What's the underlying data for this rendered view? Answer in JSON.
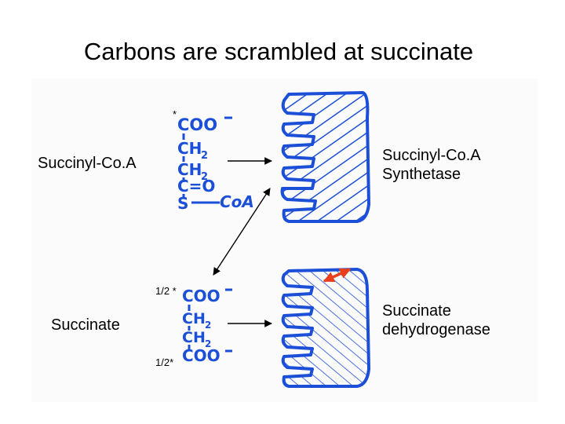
{
  "title": "Carbons are scrambled at succinate",
  "top_row": {
    "molecule_label": "Succinyl-Co.A",
    "enzyme_label_line1": "Succinyl-Co.A",
    "enzyme_label_line2": "Synthetase",
    "marker": "*",
    "structure": {
      "coo": "COO",
      "ch2_a": "CH",
      "ch2_b": "CH",
      "c_o": "C=O",
      "s": "S",
      "coa": "CoA",
      "sub2": "2"
    }
  },
  "bottom_row": {
    "molecule_label": "Succinate",
    "enzyme_label_line1": "Succinate",
    "enzyme_label_line2": "dehydrogenase",
    "marker_top": "1/2 *",
    "marker_bottom": "1/2*",
    "structure": {
      "coo_top": "COO",
      "ch2_a": "CH",
      "ch2_b": "CH",
      "coo_bottom": "COO",
      "sub2": "2"
    }
  },
  "colors": {
    "ink": "#1c4fd8",
    "arrow": "#000000",
    "highlight_arrow": "#e8401c"
  }
}
